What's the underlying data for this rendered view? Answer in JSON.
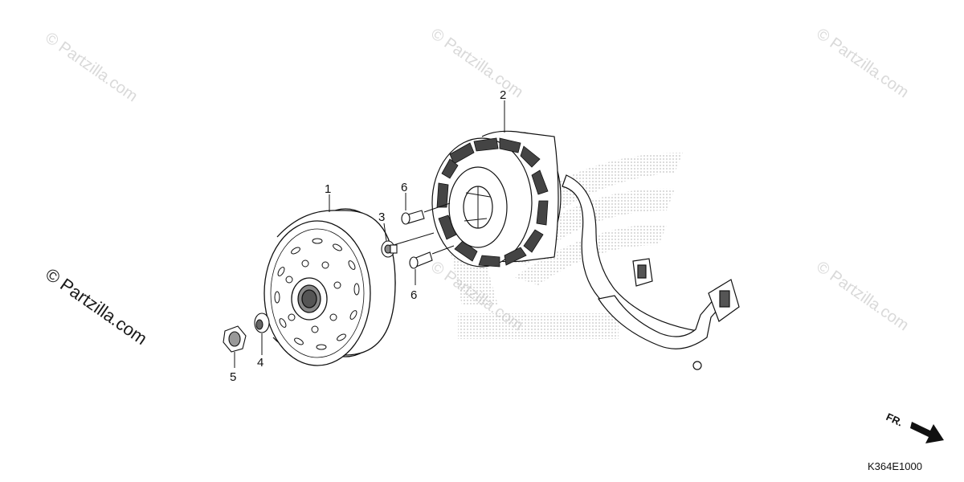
{
  "watermark": {
    "text": "© Partzilla.com"
  },
  "callouts": {
    "flywheel": "1",
    "stator": "2",
    "bolt_flange": "3",
    "washer": "4",
    "nut": "5",
    "bolt_upper": "6",
    "bolt_lower": "6"
  },
  "direction_indicator": {
    "label": "FR."
  },
  "diagram_code": "K364E1000",
  "colors": {
    "line": "#111111",
    "watermark": "#d9d9d9",
    "honda_logo_dots": "#bdbdbd"
  }
}
